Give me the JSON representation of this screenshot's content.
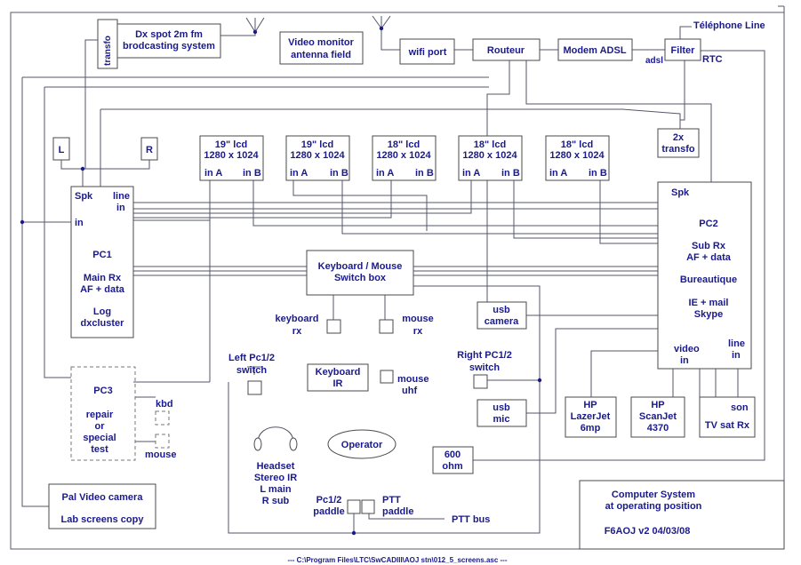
{
  "colors": {
    "text": "#1a1a8c",
    "line": "#55556a"
  },
  "top": {
    "transfo": "transfo",
    "dx_spot_1": "Dx spot 2m fm",
    "dx_spot_2": "brodcasting system",
    "video_monitor_1": "Video monitor",
    "video_monitor_2": "antenna field",
    "wifi": "wifi port",
    "routeur": "Routeur",
    "modem": "Modem ADSL",
    "adsl": "adsl",
    "filter": "Filter",
    "telephone": "Téléphone Line",
    "rtc": "RTC"
  },
  "speakers": {
    "left": "L",
    "right": "R"
  },
  "lcds": [
    {
      "size": "19\" lcd",
      "res": "1280 x 1024",
      "in_a": "in A",
      "in_b": "in B"
    },
    {
      "size": "19\" lcd",
      "res": "1280 x 1024",
      "in_a": "in A",
      "in_b": "in B"
    },
    {
      "size": "18\" lcd",
      "res": "1280 x 1024",
      "in_a": "in A",
      "in_b": "in B"
    },
    {
      "size": "18\" lcd",
      "res": "1280 x 1024",
      "in_a": "in A",
      "in_b": "in B"
    },
    {
      "size": "18\" lcd",
      "res": "1280 x 1024",
      "in_a": "in A",
      "in_b": "in B"
    }
  ],
  "transfo2": {
    "line1": "2x",
    "line2": "transfo"
  },
  "pc1": {
    "spk": "Spk",
    "line": "line",
    "line_in": "in",
    "in": "in",
    "title": "PC1",
    "l1": "Main Rx",
    "l2": "AF + data",
    "l3": "Log",
    "l4": "dxcluster"
  },
  "pc2": {
    "spk": "Spk",
    "title": "PC2",
    "l1": "Sub Rx",
    "l2": "AF + data",
    "l3": "Bureautique",
    "l4": "IE + mail",
    "l5": "Skype",
    "video": "video",
    "video_in": "in",
    "line": "line",
    "line_in": "in"
  },
  "switchbox": {
    "l1": "Keyboard  / Mouse",
    "l2": "Switch box"
  },
  "kbd_rx": {
    "l1": "keyboard",
    "l2": "rx"
  },
  "mouse_rx": {
    "l1": "mouse",
    "l2": "rx"
  },
  "usb_camera": {
    "l1": "usb",
    "l2": "camera"
  },
  "left_switch": {
    "l1": "Left Pc1/2",
    "l2": "switch"
  },
  "right_switch": {
    "l1": "Right PC1/2",
    "l2": "switch"
  },
  "kbd_ir": {
    "l1": "Keyboard",
    "l2": "IR"
  },
  "mouse_uhf": {
    "l1": "mouse",
    "l2": "uhf"
  },
  "usb_mic": {
    "l1": "usb",
    "l2": "mic"
  },
  "pc3": {
    "title": "PC3",
    "l1": "repair",
    "l2": "or",
    "l3": "special",
    "l4": "test",
    "kbd": "kbd",
    "mouse": "mouse"
  },
  "operator": "Operator",
  "headset": {
    "l1": "Headset",
    "l2": "Stereo IR",
    "l3": "L main",
    "l4": "R sub"
  },
  "hp_laser": {
    "l1": "HP",
    "l2": "LazerJet",
    "l3": "6mp"
  },
  "hp_scan": {
    "l1": "HP",
    "l2": "ScanJet",
    "l3": "4370"
  },
  "tv": {
    "son": "son",
    "label": "TV sat Rx"
  },
  "ohm": {
    "l1": "600",
    "l2": "ohm"
  },
  "paddle": {
    "pc12": "Pc1/2",
    "paddle": "paddle",
    "ptt": "PTT",
    "ptt_paddle": "paddle",
    "ptt_bus": "PTT bus"
  },
  "pal": {
    "l1": "Pal  Video camera",
    "l2": "Lab screens copy"
  },
  "title_block": {
    "l1": "Computer System",
    "l2": "at operating position",
    "l3": "F6AOJ  v2  04/03/08"
  },
  "footer": "---  C:\\Program Files\\LTC\\SwCADIII\\AOJ stn\\012_5_screens.asc  ---"
}
